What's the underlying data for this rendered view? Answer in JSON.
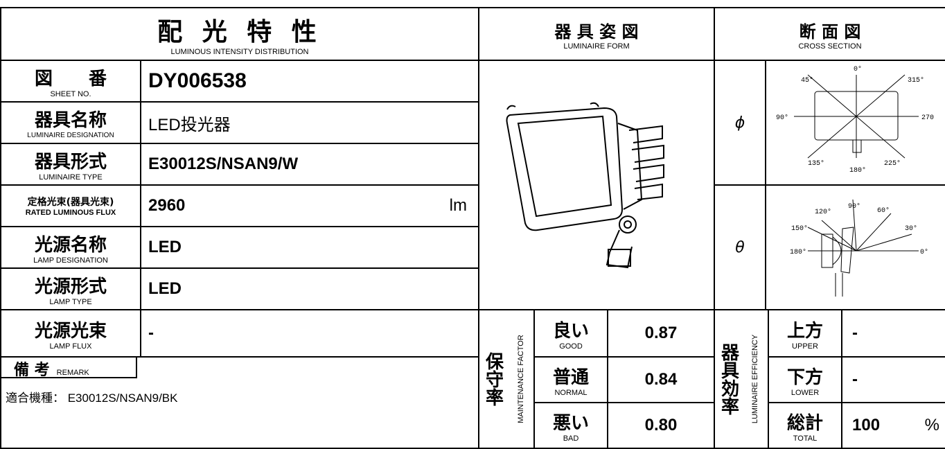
{
  "headers": {
    "distribution_jp": "配 光 特 性",
    "distribution_en": "LUMINOUS INTENSITY DISTRIBUTION",
    "form_jp": "器 具 姿 図",
    "form_en": "LUMINAIRE FORM",
    "section_jp": "断 面 図",
    "section_en": "CROSS SECTION"
  },
  "rows": [
    {
      "jp": "図　　番",
      "en": "SHEET NO.",
      "value": "DY006538"
    },
    {
      "jp": "器具名称",
      "en": "LUMINAIRE DESIGNATION",
      "value": "LED投光器"
    },
    {
      "jp": "器具形式",
      "en": "LUMINAIRE TYPE",
      "value": "E30012S/NSAN9/W"
    },
    {
      "jp": "定格光束(器具光束)",
      "en": "RATED LUMINOUS FLUX",
      "value": "2960",
      "unit": "lm"
    },
    {
      "jp": "光源名称",
      "en": "LAMP DESIGNATION",
      "value": "LED"
    },
    {
      "jp": "光源形式",
      "en": "LAMP TYPE",
      "value": "LED"
    },
    {
      "jp": "光源光束",
      "en": "LAMP FLUX",
      "value": "-"
    }
  ],
  "remark": {
    "jp": "備 考",
    "en": "REMARK",
    "text": "適合機種： E30012S/NSAN9/BK"
  },
  "maintenance": {
    "label_jp": "保守率",
    "label_en": "MAINTENANCE FACTOR",
    "items": [
      {
        "jp": "良い",
        "en": "GOOD",
        "value": "0.87"
      },
      {
        "jp": "普通",
        "en": "NORMAL",
        "value": "0.84"
      },
      {
        "jp": "悪い",
        "en": "BAD",
        "value": "0.80"
      }
    ]
  },
  "efficiency": {
    "label_jp": "器具効率",
    "label_en": "LUMINAIRE EFFICIENCY",
    "items": [
      {
        "jp": "上方",
        "en": "UPPER",
        "value": "-"
      },
      {
        "jp": "下方",
        "en": "LOWER",
        "value": "-"
      },
      {
        "jp": "総計",
        "en": "TOTAL",
        "value": "100",
        "unit": "%"
      }
    ]
  },
  "section": {
    "phi": "ϕ",
    "theta": "θ",
    "phi_angles": [
      "0°",
      "45°",
      "315°",
      "90°",
      "270",
      "135°",
      "180°",
      "225°"
    ],
    "theta_angles": [
      "120°",
      "90°",
      "60°",
      "150°",
      "30°",
      "180°",
      "0°"
    ]
  }
}
